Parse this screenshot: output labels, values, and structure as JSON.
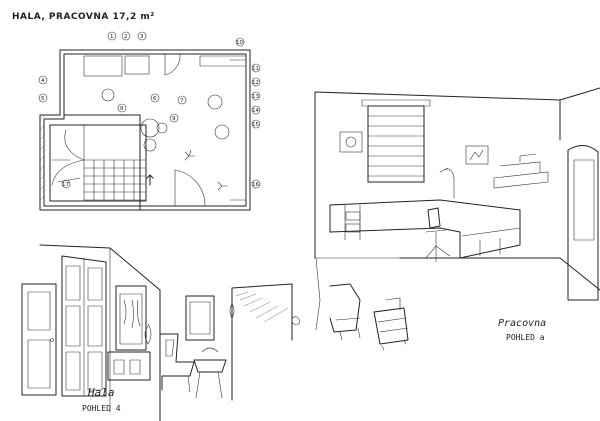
{
  "header": {
    "title": "HALA, PRACOVNA 17,2 m²"
  },
  "plan": {
    "callouts": [
      "1",
      "2",
      "3",
      "4",
      "5",
      "6",
      "7",
      "8",
      "9",
      "10",
      "11",
      "12",
      "13",
      "14",
      "15",
      "16",
      "17"
    ]
  },
  "labels": {
    "hala_title": "Hala",
    "hala_view": "POHLED 4",
    "pracovna_title": "Pracovna",
    "pracovna_view": "POHLED a"
  }
}
